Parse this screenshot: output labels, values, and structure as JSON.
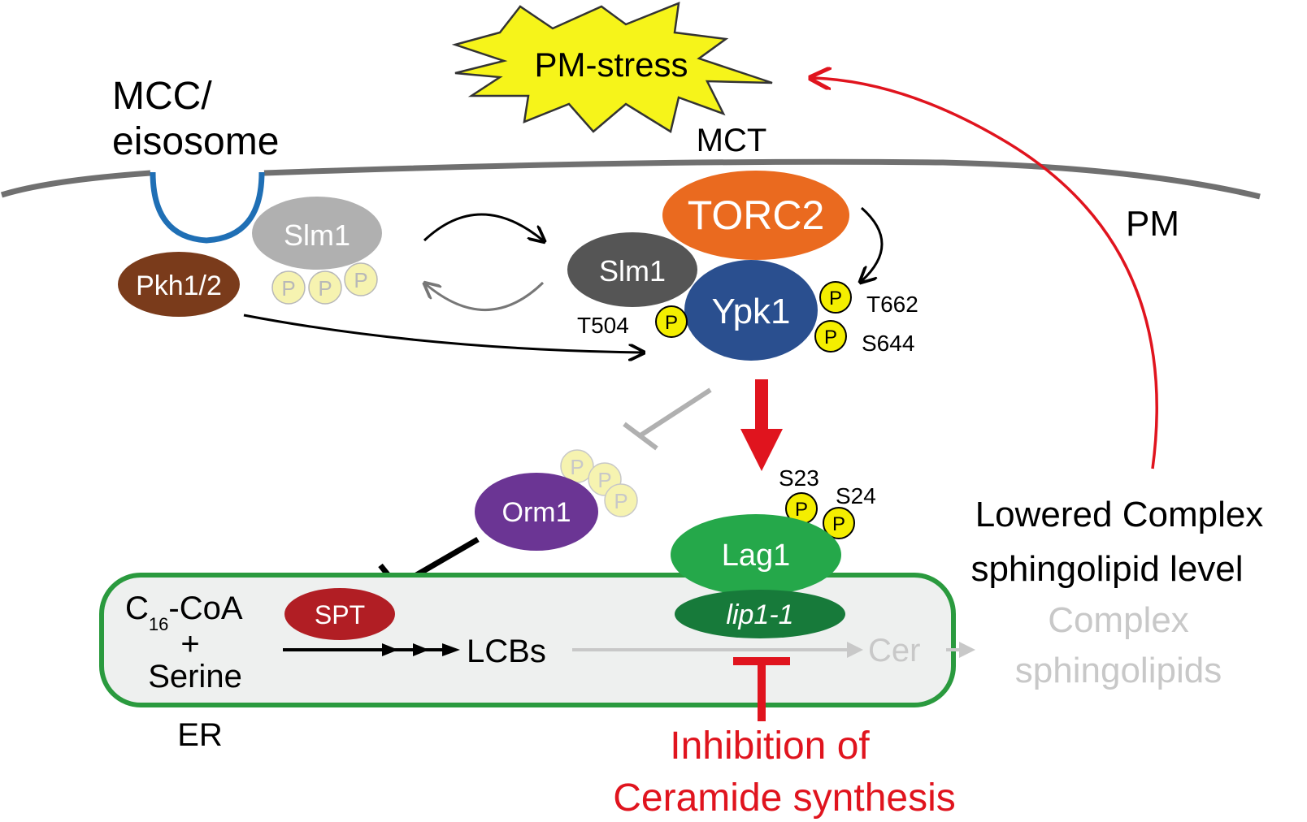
{
  "labels": {
    "pm_stress": "PM-stress",
    "mcc_line1": "MCC/",
    "mcc_line2": "eisosome",
    "mct": "MCT",
    "pm": "PM",
    "er": "ER",
    "lowered_line1": "Lowered Complex",
    "lowered_line2": "sphingolipid level",
    "complex_line1": "Complex",
    "complex_line2": "sphingolipids",
    "inhibition_line1": "Inhibition of",
    "inhibition_line2": "Ceramide synthesis",
    "c16_c": "C",
    "c16_sub": "16",
    "c16_coa": "-CoA",
    "plus": "+",
    "serine": "Serine",
    "lcbs": "LCBs",
    "cer": "Cer"
  },
  "proteins": {
    "torc2": "TORC2",
    "slm1_left": "Slm1",
    "slm1_right": "Slm1",
    "pkh": "Pkh1/2",
    "ypk1": "Ypk1",
    "orm1": "Orm1",
    "spt": "SPT",
    "lag1": "Lag1",
    "lip1": "lip1-1"
  },
  "phospho": {
    "symbol": "P",
    "t504": "T504",
    "t662": "T662",
    "s644": "S644",
    "s23": "S23",
    "s24": "S24"
  },
  "colors": {
    "membrane": "#707070",
    "eisosome": "#1f6fb5",
    "torc2": "#ea6a1f",
    "slm1_faded": "#b0b0b0",
    "slm1_dark": "#555555",
    "pkh": "#7a3b1b",
    "ypk1": "#2a4f8f",
    "orm1": "#6b3594",
    "spt": "#b11e24",
    "lag1": "#25a84a",
    "lip1": "#177a3a",
    "er_fill": "#eef0ef",
    "er_border": "#2a9a3e",
    "phospho_fill": "#f4ee00",
    "phospho_faded": "#f6f3b0",
    "red": "#e0141e",
    "faded_text": "#c8c8c8"
  }
}
